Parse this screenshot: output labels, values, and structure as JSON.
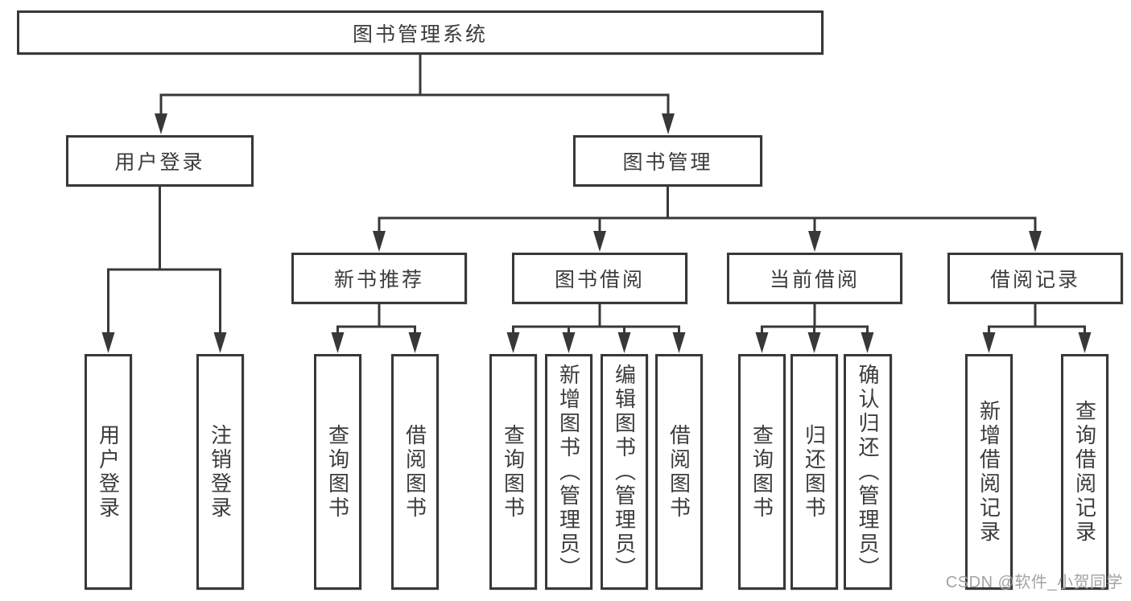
{
  "diagram": {
    "title": "图书管理系统",
    "level2": {
      "user_login": "用户登录",
      "book_management": "图书管理"
    },
    "level3": {
      "new_book_recommend": "新书推荐",
      "book_borrowing": "图书借阅",
      "current_borrowing": "当前借阅",
      "borrowing_records": "借阅记录"
    },
    "leaves": {
      "user_login": "用户登录",
      "logout": "注销登录",
      "recommend_query_book": "查询图书",
      "recommend_borrow_book": "借阅图书",
      "borrowing_query_book": "查询图书",
      "borrowing_add_book": "新增图书（管理员）",
      "borrowing_edit_book": "编辑图书（管理员）",
      "borrowing_borrow_book": "借阅图书",
      "current_query_book": "查询图书",
      "current_return_book": "归还图书",
      "current_confirm_return": "确认归还（管理员）",
      "records_add_record": "新增借阅记录",
      "records_query_record": "查询借阅记录"
    }
  },
  "watermark": "CSDN @软件_小贺同学",
  "colors": {
    "line": "#383838",
    "text": "#3c3c3c",
    "box_background": "#ffffff",
    "page_background": "#ffffff",
    "watermark": "#a3a3a3"
  }
}
